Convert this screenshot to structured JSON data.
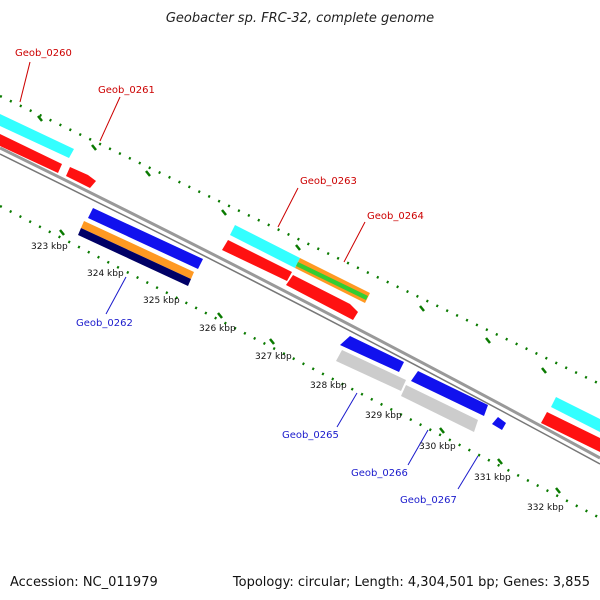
{
  "title": "Geobacter sp. FRC-32, complete genome",
  "footer": {
    "accession": "Accession: NC_011979",
    "info": "Topology: circular; Length: 4,304,501 bp; Genes: 3,855"
  },
  "genes_top": [
    "Geob_0260",
    "Geob_0261",
    "Geob_0263",
    "Geob_0264"
  ],
  "genes_bottom": [
    "Geob_0262",
    "Geob_0265",
    "Geob_0266",
    "Geob_0267"
  ],
  "kbp_labels": [
    "323 kbp",
    "324 kbp",
    "325 kbp",
    "326 kbp",
    "327 kbp",
    "328 kbp",
    "329 kbp",
    "330 kbp",
    "331 kbp",
    "332 kbp"
  ],
  "colors": {
    "cyan": "#33ffff",
    "red": "#ff1111",
    "orange": "#ff9922",
    "green": "#33cc33",
    "blue": "#1111ee",
    "navy": "#000066",
    "gray": "#cccccc",
    "backbone": "#999999",
    "gc": "#0a7a00",
    "label_top": "#cc0000",
    "label_bottom": "#1a1acc"
  }
}
